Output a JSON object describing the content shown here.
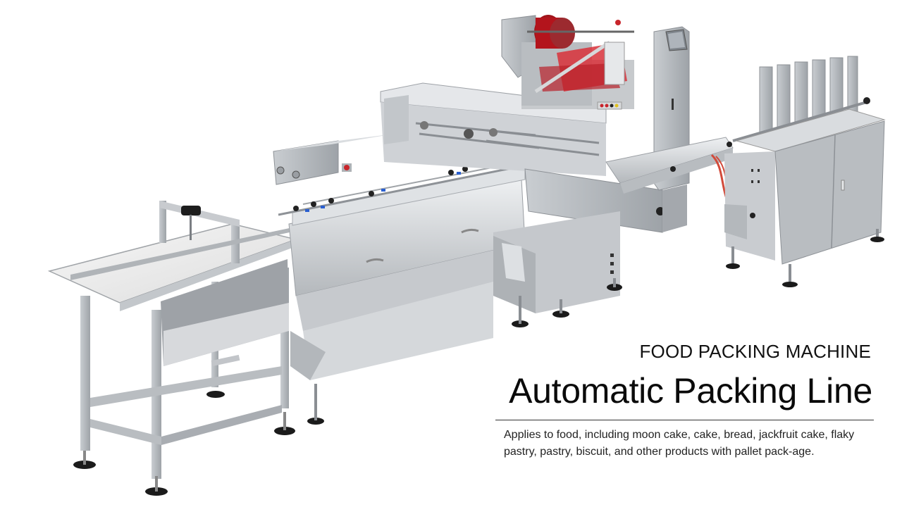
{
  "banner": {
    "kicker": "FOOD PACKING MACHINE",
    "headline": "Automatic Packing Line",
    "description": "Applies to food, including moon cake, cake, bread, jackfruit cake, flaky pastry, pastry, biscuit, and other products with pallet pack-age."
  },
  "image": {
    "subject": "stainless-steel automatic flow packing line",
    "colors": {
      "background": "#ffffff",
      "steel_light": "#e4e6e8",
      "steel_mid": "#b9bdc1",
      "steel_dark": "#8c9096",
      "film_red": "#c0141c",
      "foot_black": "#1b1b1b",
      "hose_red": "#d24a3a"
    }
  }
}
